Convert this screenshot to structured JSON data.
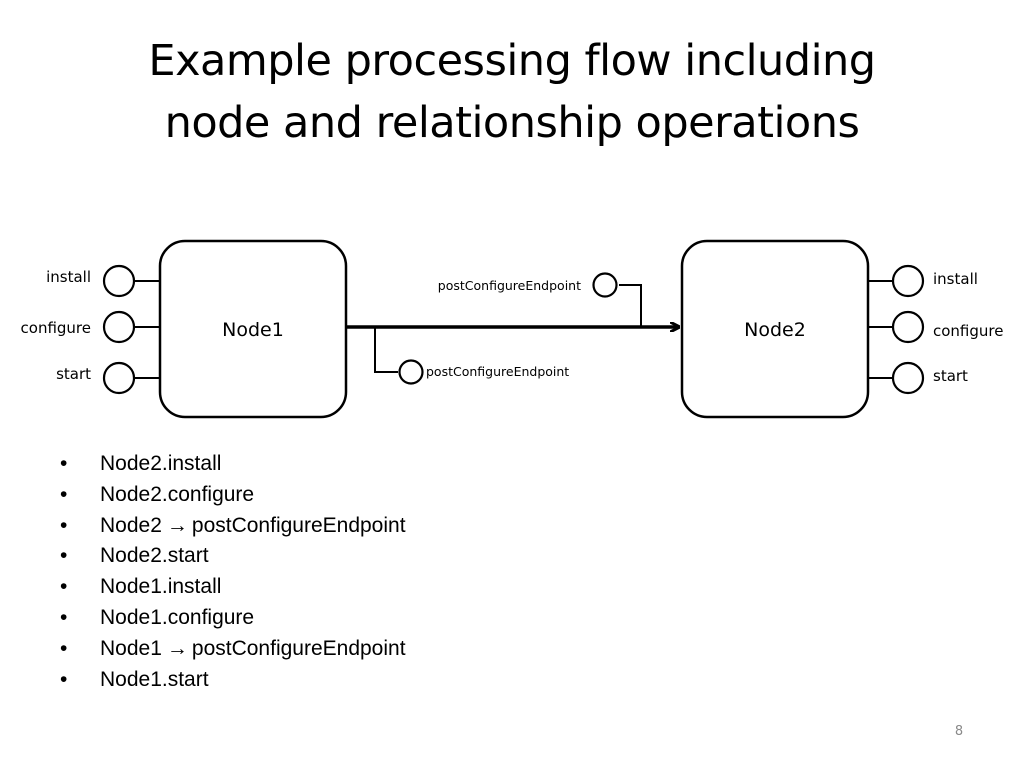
{
  "slide": {
    "title_line1": "Example processing flow including",
    "title_line2": "node and relationship operations",
    "page_number": "8"
  },
  "diagram": {
    "node1": {
      "label": "Node1",
      "operations": [
        "install",
        "configure",
        "start"
      ]
    },
    "node2": {
      "label": "Node2",
      "operations": [
        "install",
        "configure",
        "start"
      ]
    },
    "relationship": {
      "target_operation": "postConfigureEndpoint",
      "source_operation": "postConfigureEndpoint"
    }
  },
  "steps": [
    {
      "text": "Node2.install"
    },
    {
      "text": "Node2.configure"
    },
    {
      "before": "Node2",
      "arrow": "→",
      "after": "postConfigureEndpoint"
    },
    {
      "text": "Node2.start"
    },
    {
      "text": "Node1.install"
    },
    {
      "text": "Node1.configure"
    },
    {
      "before": "Node1",
      "arrow": "→",
      "after": "postConfigureEndpoint"
    },
    {
      "text": "Node1.start"
    }
  ]
}
